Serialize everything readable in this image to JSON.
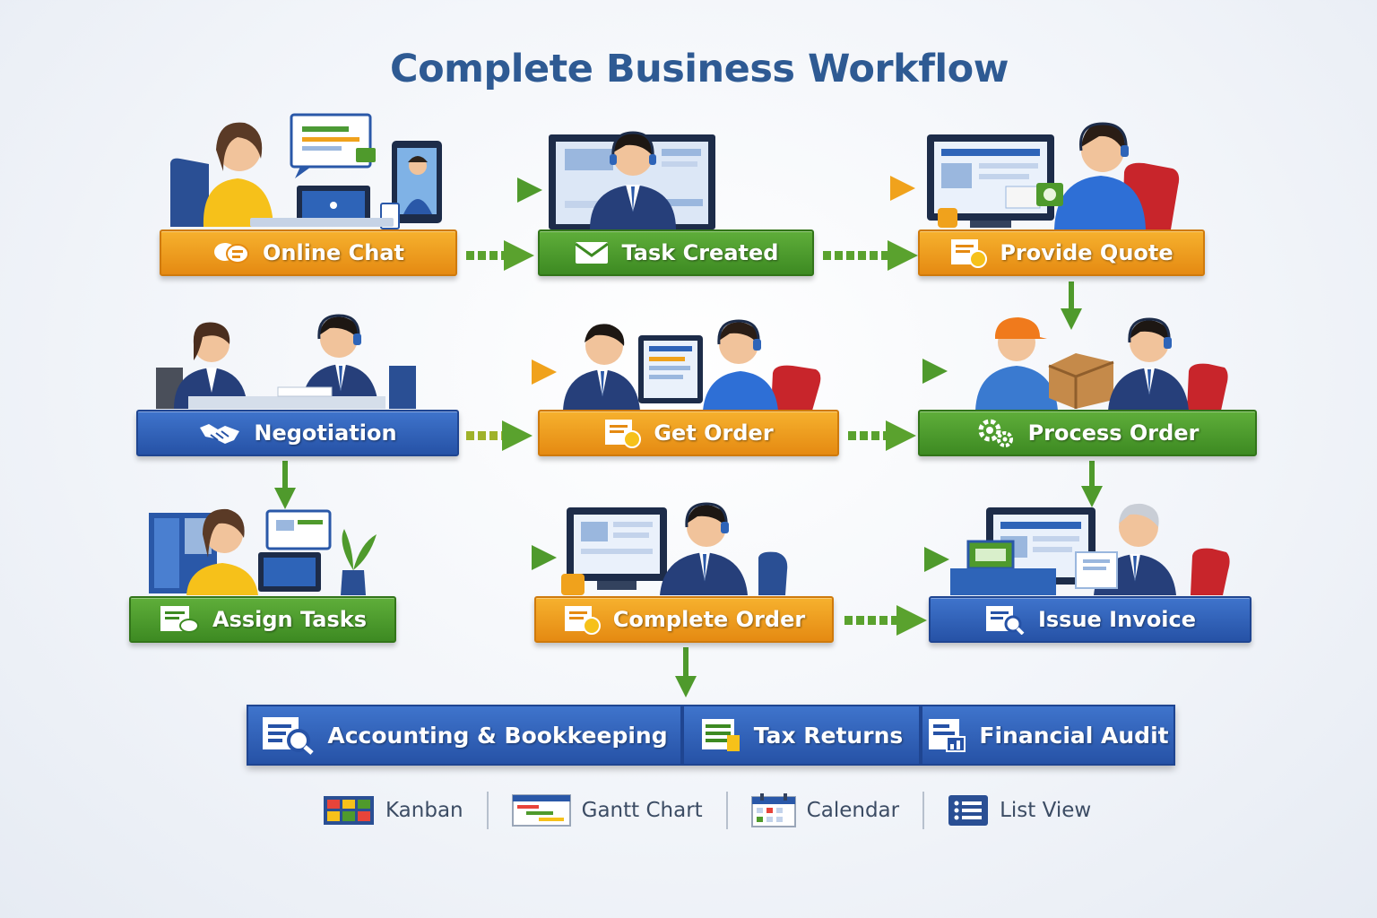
{
  "title": "Complete Business Workflow",
  "steps": {
    "online_chat": "Online Chat",
    "task_created": "Task Created",
    "provide_quote": "Provide Quote",
    "negotiation": "Negotiation",
    "get_order": "Get Order",
    "process_order": "Process Order",
    "assign_tasks": "Assign Tasks",
    "complete_order": "Complete Order",
    "issue_invoice": "Issue Invoice"
  },
  "services": {
    "accounting": "Accounting & Bookkeeping",
    "tax_returns": "Tax Returns",
    "financial_audit": "Financial Audit"
  },
  "views": {
    "kanban": "Kanban",
    "gantt": "Gantt Chart",
    "calendar": "Calendar",
    "list": "List View"
  },
  "colors": {
    "orange": "#e58a12",
    "green": "#3d8a22",
    "blue": "#2652a6",
    "title": "#2e5a93",
    "arrow_green": "#4f9a2c",
    "arrow_orange": "#f0a21c"
  },
  "icons": {
    "online_chat": "chat-bubble-icon",
    "task_created": "envelope-icon",
    "provide_quote": "document-coin-icon",
    "negotiation": "handshake-icon",
    "get_order": "document-coin-icon",
    "process_order": "gears-icon",
    "assign_tasks": "document-chat-icon",
    "complete_order": "document-coin-icon",
    "issue_invoice": "document-search-icon"
  }
}
